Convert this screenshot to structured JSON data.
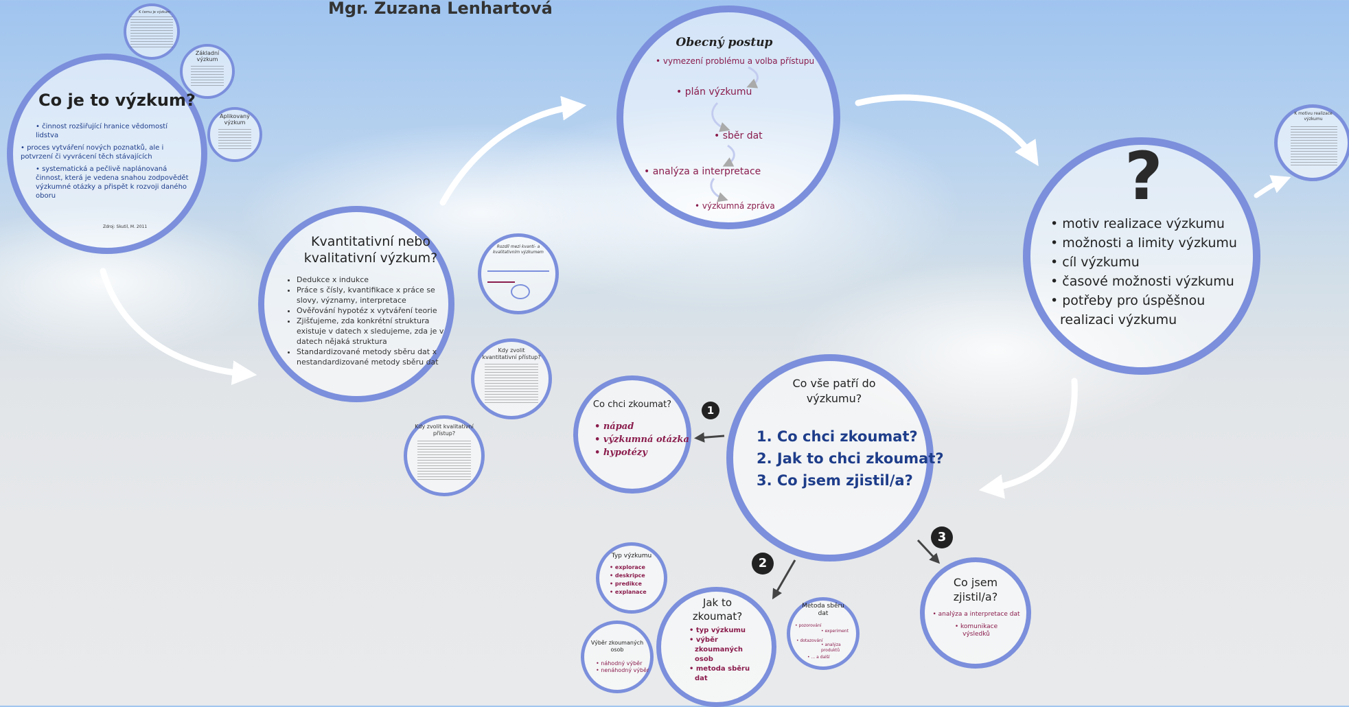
{
  "author": "Mgr. Zuzana Lenhartová",
  "c1": {
    "title": "Co je to výzkum?",
    "items": [
      "činnost rozšiřující hranice vědomostí lidstva",
      "proces vytváření nových poznatků, ale i potvrzení či vyvrácení těch stávajících",
      "systematická a pečlivě naplánovaná činnost, která je vedena snahou zodpovědět výzkumné otázky a přispět k rozvoji daného oboru"
    ],
    "source": "Zdroj: Skutil, M. 2011",
    "sat_top": "K čemu je výzkum",
    "sat_zakladni": "Základní výzkum",
    "sat_aplikovany": "Aplikovaný výzkum"
  },
  "c2": {
    "title": "Kvantitativní nebo kvalitativní výzkum?",
    "items": [
      "Dedukce x indukce",
      "Práce s čísly, kvantifikace x práce se slovy, významy, interpretace",
      "Ověřování hypotéz x vytváření teorie",
      "Zjišťujeme, zda konkrétní struktura existuje v datech x sledujeme, zda je v datech nějaká struktura",
      "Standardizované metody sběru dat x nestandardizované metody sběru dat"
    ],
    "sat_rozdil": "Rozdíl mezi kvanti- a kvalitativním výzkumem",
    "sat_kvanti": "Kdy zvolit kvantitativní přístup?",
    "sat_kvali": "Kdy zvolit kvalitativní přístup?"
  },
  "c3": {
    "title": "Obecný postup",
    "steps": [
      "vymezení problému a volba přístupu",
      "plán výzkumu",
      "sběr dat",
      "analýza a interpretace",
      "výzkumná zpráva"
    ]
  },
  "c4": {
    "mark": "?",
    "items": [
      "motiv realizace výzkumu",
      "možnosti a limity výzkumu",
      "cíl výzkumu",
      "časové možnosti výzkumu",
      "potřeby pro úspěšnou realizaci výzkumu"
    ],
    "sat": "K motivu realizace výzkumu"
  },
  "c5": {
    "title": "Co vše patří do výzkumu?",
    "questions": [
      "1. Co chci zkoumat?",
      "2. Jak to chci zkoumat?",
      "3. Co jsem zjistil/a?"
    ]
  },
  "c6": {
    "title": "Co chci zkoumat?",
    "items": [
      "nápad",
      "výzkumná otázka",
      "hypotézy"
    ]
  },
  "badges": {
    "b1": "1",
    "b2": "2",
    "b3": "3"
  },
  "c7": {
    "title": "Jak to zkoumat?",
    "items": [
      "typ výzkumu",
      "výběr zkoumaných osob",
      "metoda sběru dat"
    ]
  },
  "c8": {
    "title": "Co jsem zjistil/a?",
    "items": [
      "analýza a interpretace dat",
      "komunikace výsledků"
    ]
  },
  "typ": {
    "title": "Typ výzkumu",
    "items": [
      "explorace",
      "deskripce",
      "predikce",
      "explanace"
    ]
  },
  "vyber": {
    "title": "Výběr zkoumaných osob",
    "items": [
      "náhodný výběr",
      "nenáhodný výběr"
    ]
  },
  "metoda": {
    "title": "Metoda sběru dat",
    "items": [
      "pozorování",
      "experiment",
      "dotazování",
      "analýza produktů",
      "... a další"
    ]
  },
  "colors": {
    "ring": "#7b8fdc",
    "accent_blue": "#1e3d8a",
    "accent_magenta": "#8a1c4c"
  }
}
